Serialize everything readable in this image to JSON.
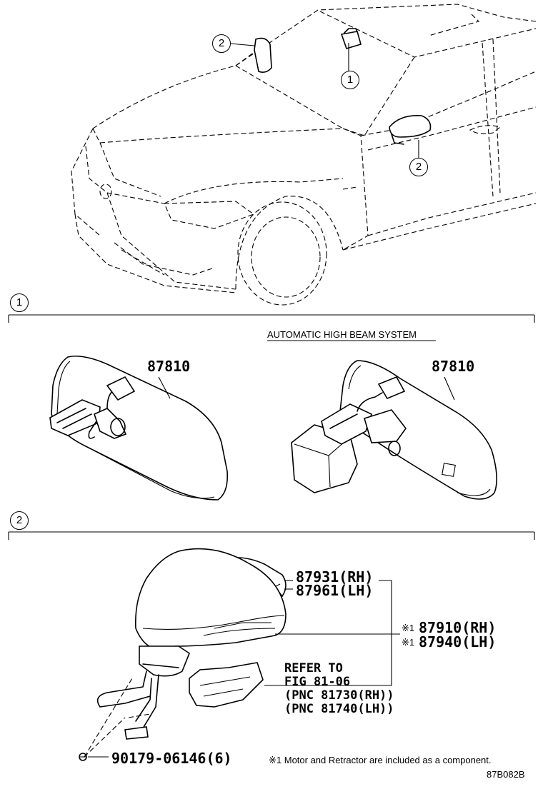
{
  "callouts": {
    "one": "1",
    "two": "2"
  },
  "section_one": {
    "system_title": "AUTOMATIC HIGH BEAM SYSTEM",
    "part_left": "87810",
    "part_right": "87810"
  },
  "section_two": {
    "cover_rh": "87931(RH)",
    "cover_lh": "87961(LH)",
    "mirror_rh_mark": "※1",
    "mirror_rh": "87910(RH)",
    "mirror_lh_mark": "※1",
    "mirror_lh": "87940(LH)",
    "refer_line1": "REFER TO",
    "refer_line2": "FIG 81-06",
    "refer_line3": "(PNC 81730(RH))",
    "refer_line4": "(PNC 81740(LH))",
    "screw": "90179-06146(6)"
  },
  "footnote": "※1 Motor and Retractor are included as a component.",
  "diagram_code": "87B082B"
}
